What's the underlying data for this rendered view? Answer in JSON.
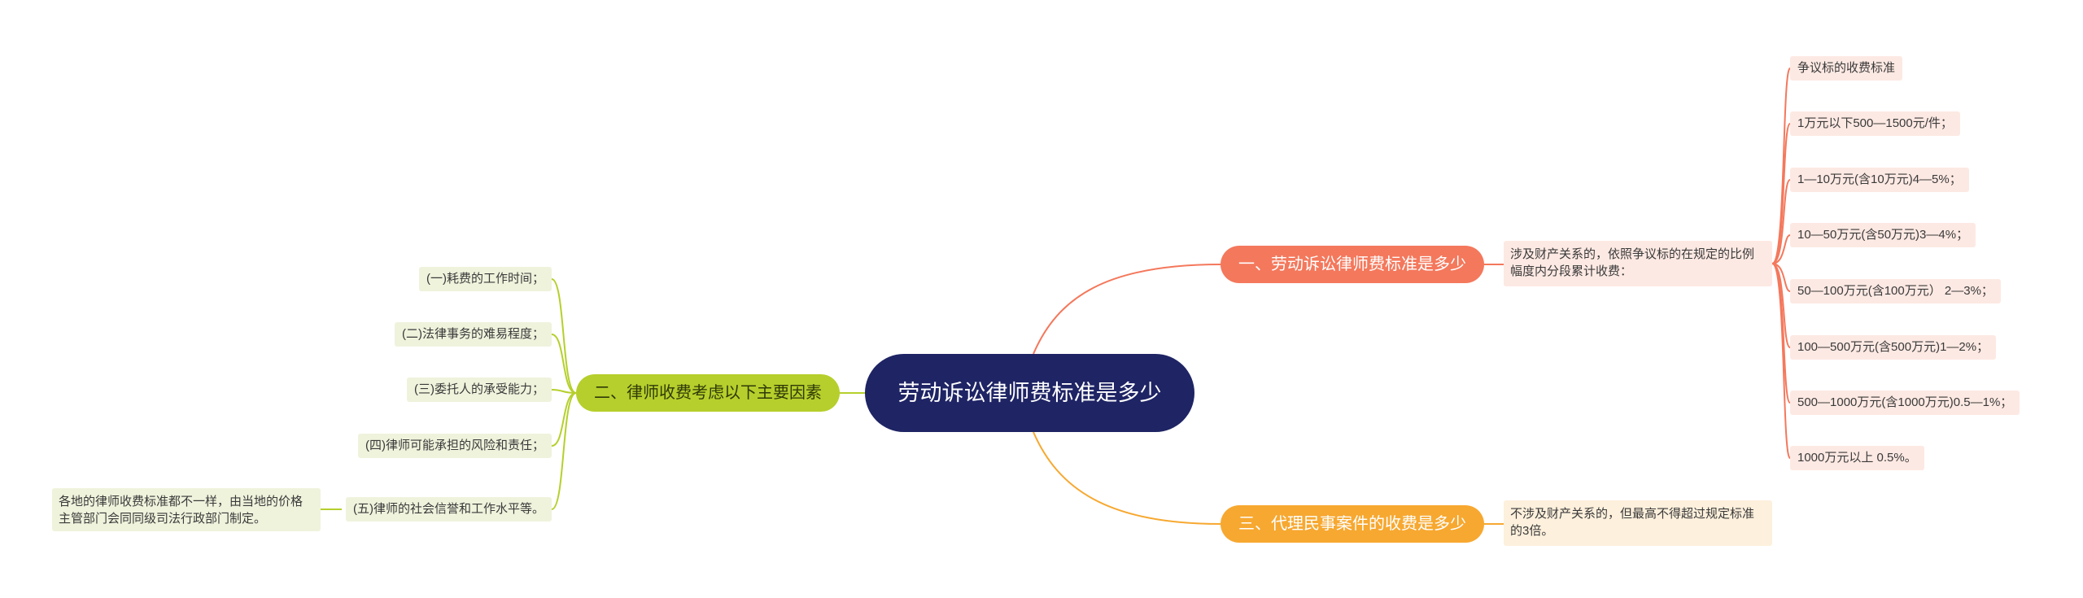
{
  "root": {
    "label": "劳动诉讼律师费标准是多少"
  },
  "branches": {
    "b1": {
      "label": "一、劳动诉讼律师费标准是多少",
      "note": "涉及财产关系的，依照争议标的在规定的比例幅度内分段累计收费：",
      "items": [
        "争议标的收费标准",
        "1万元以下500—1500元/件；",
        "1—10万元(含10万元)4—5%；",
        "10—50万元(含50万元)3—4%；",
        "50—100万元(含100万元） 2—3%；",
        "100—500万元(含500万元)1—2%；",
        "500—1000万元(含1000万元)0.5—1%；",
        "1000万元以上 0.5%。"
      ]
    },
    "b2": {
      "label": "二、律师收费考虑以下主要因素",
      "items": [
        "(一)耗费的工作时间；",
        "(二)法律事务的难易程度；",
        "(三)委托人的承受能力；",
        "(四)律师可能承担的风险和责任；",
        "(五)律师的社会信誉和工作水平等。"
      ],
      "note": "各地的律师收费标准都不一样，由当地的价格主管部门会同同级司法行政部门制定。"
    },
    "b3": {
      "label": "三、代理民事案件的收费是多少",
      "note": "不涉及财产关系的，但最高不得超过规定标准的3倍。"
    }
  },
  "colors": {
    "root": "#1e2464",
    "branch1": "#f4785c",
    "branch2": "#b6cf2c",
    "branch3": "#f7a830",
    "note1": "#fde9e3",
    "note2": "#eff3dc",
    "note3": "#fdf0dc"
  }
}
